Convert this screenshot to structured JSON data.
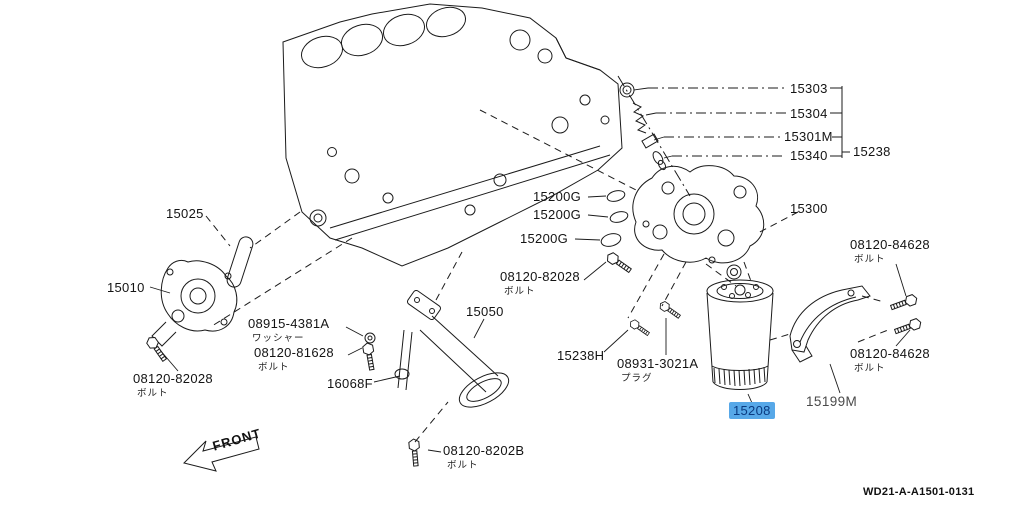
{
  "page": {
    "background": "#ffffff",
    "drawing_number": "WD21-A-A1501-0131"
  },
  "front_marker": {
    "label": "FRONT"
  },
  "highlight": {
    "selected_part": "15208",
    "color": "#57a8e8",
    "text_color": "#0a3a80",
    "css": "background:#57a8e8;color:#0a3a80;"
  },
  "labels": {
    "p15025": "15025",
    "p15010": "15010",
    "p15050": "15050",
    "p16068F": "16068F",
    "p15200G": "15200G",
    "p15300": "15300",
    "p15303": "15303",
    "p15304": "15304",
    "p15301M": "15301M",
    "p15340": "15340",
    "p15238": "15238",
    "p15238H": "15238H",
    "p15208": "15208",
    "p15199M": "15199M",
    "bolt_08120_82028": "08120-82028",
    "bolt_08120_8202B": "08120-8202B",
    "bolt_08120_81628": "08120-81628",
    "bolt_08120_84628": "08120-84628",
    "washer_08915_4381A": "08915-4381A",
    "plug_08931_3021A": "08931-3021A"
  },
  "captions": {
    "bolt": "ボルト",
    "washer": "ワッシャー",
    "plug": "プラグ"
  }
}
